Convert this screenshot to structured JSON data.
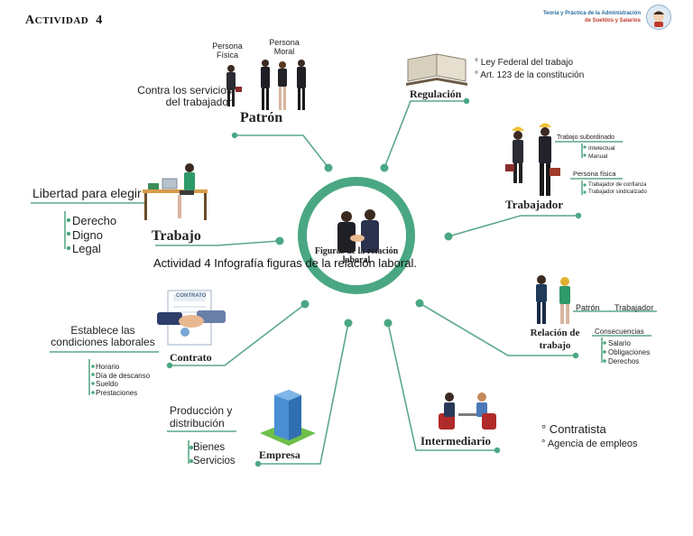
{
  "header": {
    "activity_prefix": "A",
    "activity_rest": "CTIVIDAD",
    "activity_number": "4",
    "brand_line1": "Teoría y Práctica de la Administración",
    "brand_line2": "de Sueldos y Salarios"
  },
  "center": {
    "label": "Figuras de la relación laboral",
    "caption": "Actividad 4 Infografía figuras de la relación laboral."
  },
  "patron": {
    "title": "Patrón",
    "description": "Contra los servicios del trabajador",
    "persona_fisica": "Persona Física",
    "persona_moral": "Persona Moral"
  },
  "trabajo": {
    "title": "Trabajo",
    "lead": "Libertad para elegir",
    "items": [
      "Derecho",
      "Digno",
      "Legal"
    ]
  },
  "regulacion": {
    "title": "Regulación",
    "items": [
      "° Ley Federal del trabajo",
      "° Art. 123 de la constitución"
    ]
  },
  "trabajador": {
    "title": "Trabajador",
    "subordinado": "Trabajo subordinado",
    "subordinado_items": [
      "Intelectual",
      "Manual"
    ],
    "persona_fisica": "Persona física",
    "persona_items": [
      "Trabajador de confianza",
      "Trabajador sindicalizado"
    ]
  },
  "contrato": {
    "title": "Contrato",
    "lead": "Establece las condiciones laborales",
    "items": [
      "Horario",
      "Día de descanso",
      "Sueldo",
      "Prestaciones"
    ],
    "doc_label": "CONTRATO"
  },
  "empresa": {
    "title": "Empresa",
    "lead": "Producción y distribución",
    "items": [
      "Bienes",
      "Servicios"
    ]
  },
  "intermediario": {
    "title": "Intermediario",
    "items": [
      "° Contratista",
      "° Agencia de empleos"
    ]
  },
  "relacion": {
    "title": "Relación de trabajo",
    "patron": "Patrón",
    "trabajador": "Trabajador",
    "consecuencias": "Consecuencias",
    "items": [
      "Salario",
      "Obligaciones",
      "Derechos"
    ]
  },
  "colors": {
    "accent": "#4aa783",
    "line": "#5aa886"
  }
}
